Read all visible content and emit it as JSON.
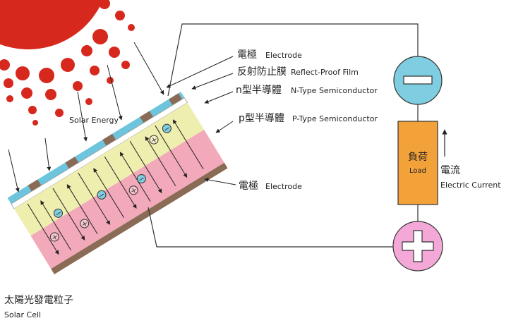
{
  "labels": {
    "solar_energy": "Solar Energy",
    "electrode_top_zh": "電極",
    "electrode_top_en": "Electrode",
    "reflect_zh": "反射防止膜",
    "reflect_en": "Reflect-Proof Film",
    "ntype_zh": "n型半導體",
    "ntype_en": "N-Type Semiconductor",
    "ptype_zh": "p型半導體",
    "ptype_en": "P-Type Semiconductor",
    "electrode_bottom_zh": "電極",
    "electrode_bottom_en": "Electrode",
    "load_zh": "負荷",
    "load_en": "Load",
    "current_zh": "電流",
    "current_en": "Electric Current",
    "solar_cell_zh": "太陽光發電粒子",
    "solar_cell_en": "Solar Cell",
    "minus_sign": "−",
    "plus_sign": "+"
  },
  "colors": {
    "sun": "#d7281e",
    "electrode_cap": "#6cc5dc",
    "electrode_brown": "#8a6b55",
    "reflect_film": "#ffffff",
    "n_layer": "#eeeeaf",
    "p_layer": "#f2a9b9",
    "bottom_electrode": "#8a6b55",
    "minus_terminal": "#7fcde0",
    "plus_terminal": "#f3a8d8",
    "load_box": "#f3a23a",
    "wire": "#333333"
  }
}
